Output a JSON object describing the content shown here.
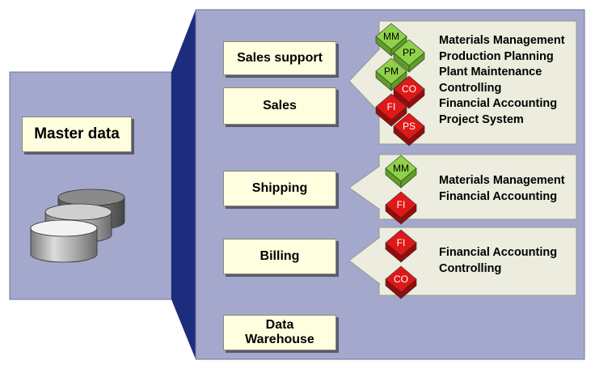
{
  "master": {
    "label": "Master data"
  },
  "processes": [
    {
      "label": "Sales support"
    },
    {
      "label": "Sales"
    },
    {
      "label": "Shipping"
    },
    {
      "label": "Billing"
    },
    {
      "label": "Data\nWarehouse"
    }
  ],
  "callouts": [
    {
      "modules": [
        {
          "code": "MM",
          "name": "Materials Management",
          "color": "green"
        },
        {
          "code": "PP",
          "name": "Production Planning",
          "color": "green"
        },
        {
          "code": "PM",
          "name": "Plant Maintenance",
          "color": "green"
        },
        {
          "code": "CO",
          "name": "Controlling",
          "color": "red"
        },
        {
          "code": "FI",
          "name": "Financial Accounting",
          "color": "red"
        },
        {
          "code": "PS",
          "name": "Project System",
          "color": "red"
        }
      ]
    },
    {
      "modules": [
        {
          "code": "MM",
          "name": "Materials Management",
          "color": "green"
        },
        {
          "code": "FI",
          "name": "Financial Accounting",
          "color": "red"
        }
      ]
    },
    {
      "modules": [
        {
          "code": "FI",
          "name": "Financial Accounting",
          "color": "red"
        },
        {
          "code": "CO",
          "name": "Controlling",
          "color": "red"
        }
      ]
    }
  ],
  "colors": {
    "panel": "#a3a8cc",
    "frame": "#1e2c7e",
    "box": "#ffffe0",
    "callout": "#ececdf",
    "green": "#8fd24a",
    "red": "#e01818"
  }
}
